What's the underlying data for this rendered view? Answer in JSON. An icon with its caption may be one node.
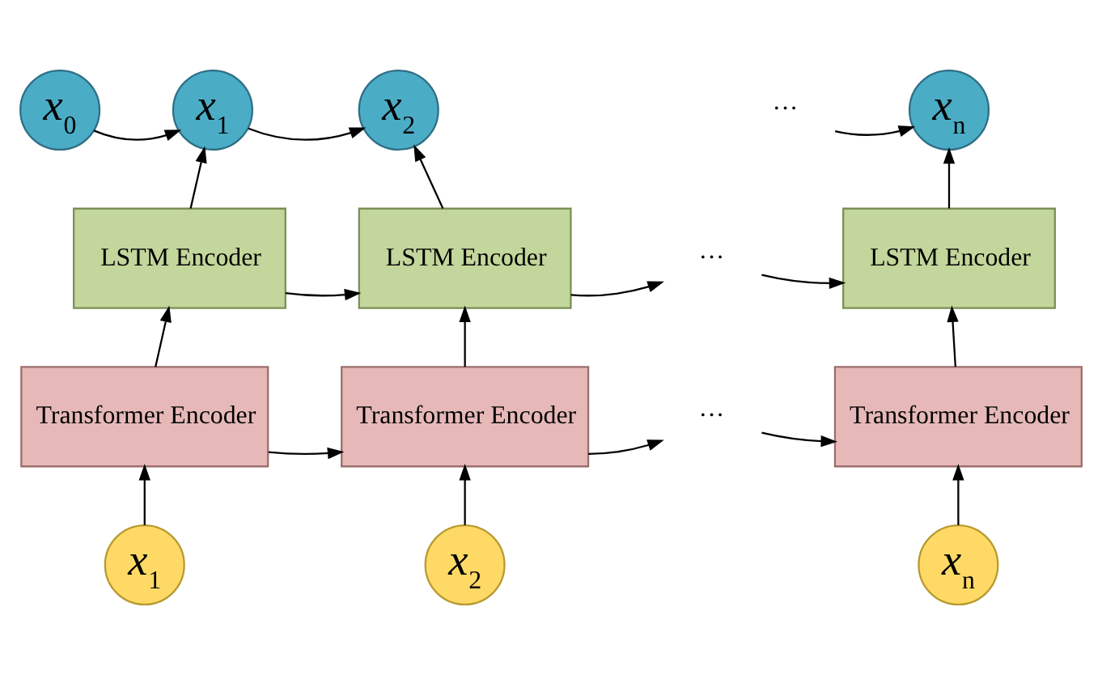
{
  "diagram": {
    "nodes": [
      {
        "text": [
          "x$_{0}$"
        ]
      },
      {
        "text": [
          "x$_{1}$"
        ]
      },
      {
        "text": [
          "x$_{2}$"
        ]
      },
      {
        "text": [
          "···"
        ]
      },
      {
        "text": [
          "x$_{n}$"
        ]
      },
      {
        "text": [
          "LSTM Encoder"
        ]
      },
      {
        "text": [
          "LSTM Encoder"
        ]
      },
      {
        "text": [
          "···"
        ]
      },
      {
        "text": [
          "LSTM Encoder"
        ]
      },
      {
        "text": [
          "Transformer Encoder"
        ]
      },
      {
        "text": [
          "Transformer Encoder"
        ]
      },
      {
        "text": [
          "···"
        ]
      },
      {
        "text": [
          "Transformer Encoder"
        ]
      },
      {
        "text": [
          "x$_{1}$"
        ]
      },
      {
        "text": [
          "x$_{2}$"
        ]
      },
      {
        "text": [
          "x$_{n}$"
        ]
      }
    ],
    "edges": [
      {
        "from": 0,
        "to": 1,
        "arrow": "to"
      },
      {
        "from": 1,
        "to": 2,
        "arrow": "to"
      },
      {
        "from": 3,
        "to": 4,
        "arrow": "to"
      },
      {
        "from": 5,
        "to": 1,
        "arrow": "to"
      },
      {
        "from": 6,
        "to": 2,
        "arrow": "to"
      },
      {
        "from": 8,
        "to": 4,
        "arrow": "to"
      },
      {
        "from": 5,
        "to": 6,
        "arrow": "to"
      },
      {
        "from": 6,
        "to": 7,
        "arrow": "to"
      },
      {
        "from": 7,
        "to": 8,
        "arrow": "to"
      },
      {
        "from": 9,
        "to": 5,
        "arrow": "to"
      },
      {
        "from": 10,
        "to": 6,
        "arrow": "to"
      },
      {
        "from": 12,
        "to": 8,
        "arrow": "to"
      },
      {
        "from": 9,
        "to": 10,
        "arrow": "to"
      },
      {
        "from": 10,
        "to": 11,
        "arrow": "to"
      },
      {
        "from": 11,
        "to": 12,
        "arrow": "to"
      },
      {
        "from": 13,
        "to": 9,
        "arrow": "to"
      },
      {
        "from": 14,
        "to": 10,
        "arrow": "to"
      },
      {
        "from": 15,
        "to": 12,
        "arrow": "to"
      }
    ]
  }
}
